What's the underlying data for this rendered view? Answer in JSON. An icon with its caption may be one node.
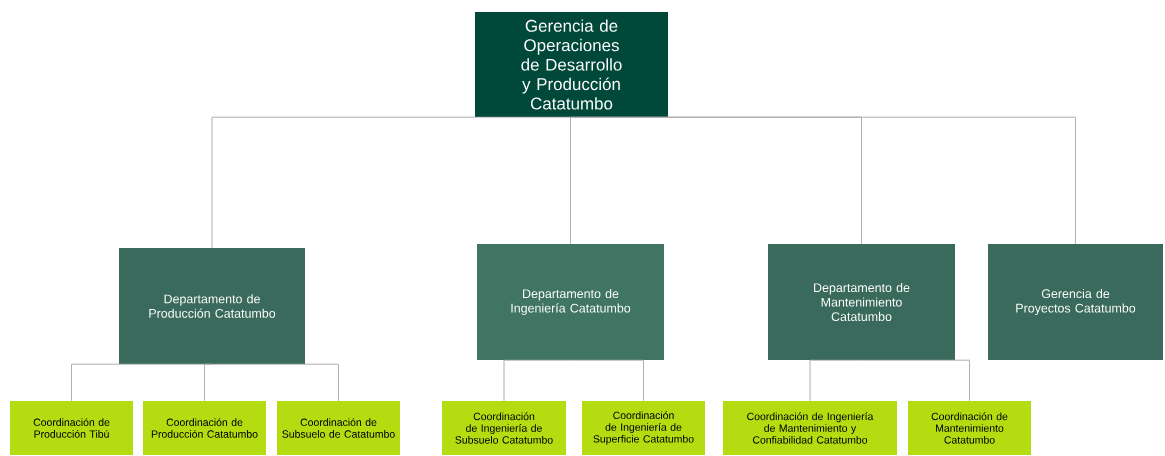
{
  "diagram": {
    "nodes": [
      {
        "text": [
          "Gerencia de Operaciones de Desarrollo y Producción Catatumbo"
        ]
      },
      {
        "text": [
          "Departamento de Producción Catatumbo"
        ]
      },
      {
        "text": [
          "Departamento de Ingeniería Catatumbo"
        ]
      },
      {
        "text": [
          "Departamento de Mantenimiento Catatumbo"
        ]
      },
      {
        "text": [
          "Gerencia de Proyectos Catatumbo"
        ]
      },
      {
        "text": [
          "Coordinación de Producción Tibú"
        ]
      },
      {
        "text": [
          "Coordinación de Producción Catatumbo"
        ]
      },
      {
        "text": [
          "Coordinación de Subsuelo de Catatumbo"
        ]
      },
      {
        "text": [
          "Coordinación de Ingeniería de Subsuelo Catatumbo"
        ]
      },
      {
        "text": [
          "Coordinación de Ingeniería de Superficie Catatumbo"
        ]
      },
      {
        "text": [
          "Coordinación de Ingeniería de Mantenimiento y Confiabilidad Catatumbo"
        ]
      },
      {
        "text": [
          "Coordinación de Mantenimiento Catatumbo"
        ]
      }
    ],
    "edges": [
      {
        "from": 0,
        "to": 1,
        "arrow": "none"
      },
      {
        "from": 0,
        "to": 2,
        "arrow": "none"
      },
      {
        "from": 0,
        "to": 3,
        "arrow": "none"
      },
      {
        "from": 0,
        "to": 4,
        "arrow": "none"
      },
      {
        "from": 1,
        "to": 5,
        "arrow": "none"
      },
      {
        "from": 1,
        "to": 6,
        "arrow": "none"
      },
      {
        "from": 1,
        "to": 7,
        "arrow": "none"
      },
      {
        "from": 2,
        "to": 8,
        "arrow": "none"
      },
      {
        "from": 2,
        "to": 9,
        "arrow": "none"
      },
      {
        "from": 3,
        "to": 10,
        "arrow": "none"
      },
      {
        "from": 3,
        "to": 11,
        "arrow": "none"
      }
    ]
  }
}
